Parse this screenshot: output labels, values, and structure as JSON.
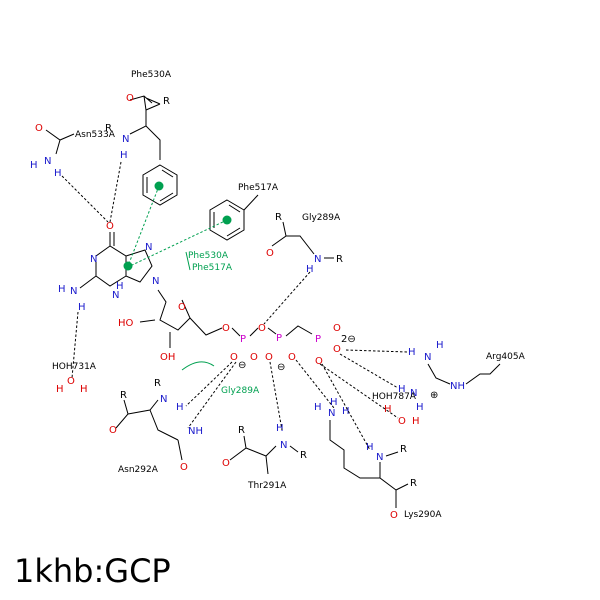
{
  "caption": "1khb:GCP",
  "residues": {
    "phe530_top": "Phe530A",
    "asn533": "Asn533A",
    "phe517": "Phe517A",
    "gly289_top": "Gly289A",
    "phe530_green": "Phe530A",
    "phe517_green": "Phe517A",
    "hoh731": "HOH731A",
    "gly289_green": "Gly289A",
    "arg405": "Arg405A",
    "hoh787": "HOH787A",
    "asn292": "Asn292A",
    "thr291": "Thr291A",
    "lys290": "Lys290A"
  },
  "charge_2minus": "2⊖",
  "colors": {
    "nitrogen": "#1a1acc",
    "oxygen": "#dd0000",
    "phosphorus": "#cc00cc",
    "hydrophobic": "#00a050"
  }
}
